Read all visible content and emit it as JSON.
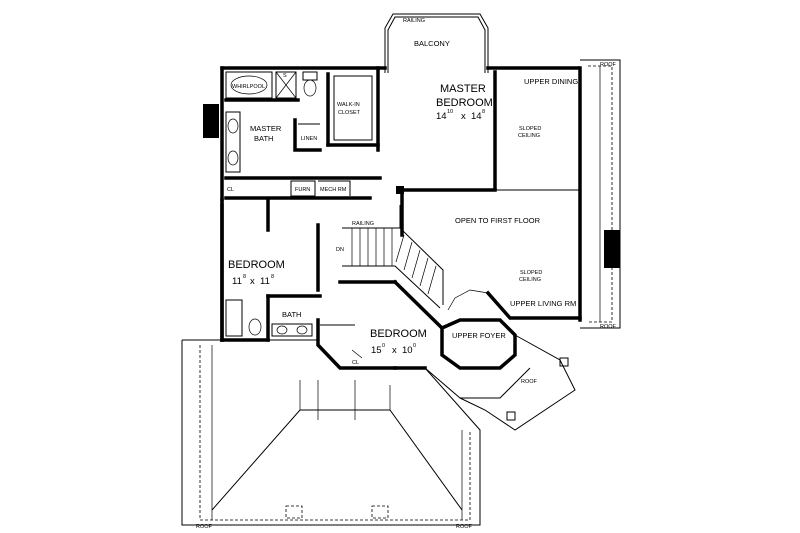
{
  "labels": {
    "railing_top": "RAILING",
    "balcony": "BALCONY",
    "roof_top_right": "ROOF",
    "upper_dining": "UPPER DINING",
    "master_bedroom_line1": "MASTER",
    "master_bedroom_line2": "BEDROOM",
    "master_bedroom_dim_w": "14",
    "master_bedroom_dim_w_sup": "10",
    "master_bedroom_dim_x": "x",
    "master_bedroom_dim_h": "14",
    "master_bedroom_dim_h_sup": "8",
    "whirlpool": "WHIRLPOOL",
    "shower": "S",
    "walk_in_closet_line1": "WALK-IN",
    "walk_in_closet_line2": "CLOSET",
    "master_bath_line1": "MASTER",
    "master_bath_line2": "BATH",
    "linen": "LINEN",
    "sloped_ceiling_1_line1": "SLOPED",
    "sloped_ceiling_1_line2": "CEILING",
    "closet_left": "CL",
    "furn": "FURN",
    "mech_rm": "MECH RM",
    "railing_stair": "RAILING",
    "open_to_first_floor": "OPEN TO FIRST FLOOR",
    "dn": "DN",
    "bedroom_left": "BEDROOM",
    "bedroom_left_dim_w": "11",
    "bedroom_left_dim_w_sup": "8",
    "bedroom_left_dim_x": "x",
    "bedroom_left_dim_h": "11",
    "bedroom_left_dim_h_sup": "8",
    "sloped_ceiling_2_line1": "SLOPED",
    "sloped_ceiling_2_line2": "CEILING",
    "upper_living_rm": "UPPER LIVING RM",
    "roof_right_mid": "ROOF",
    "bath": "BATH",
    "bedroom_center": "BEDROOM",
    "bedroom_center_dim_w": "15",
    "bedroom_center_dim_w_sup": "0",
    "bedroom_center_dim_x": "x",
    "bedroom_center_dim_h": "10",
    "bedroom_center_dim_h_sup": "0",
    "closet_center": "CL",
    "upper_foyer": "UPPER FOYER",
    "roof_octagon": "ROOF",
    "roof_bottom_left": "ROOF",
    "roof_bottom_right": "ROOF"
  }
}
